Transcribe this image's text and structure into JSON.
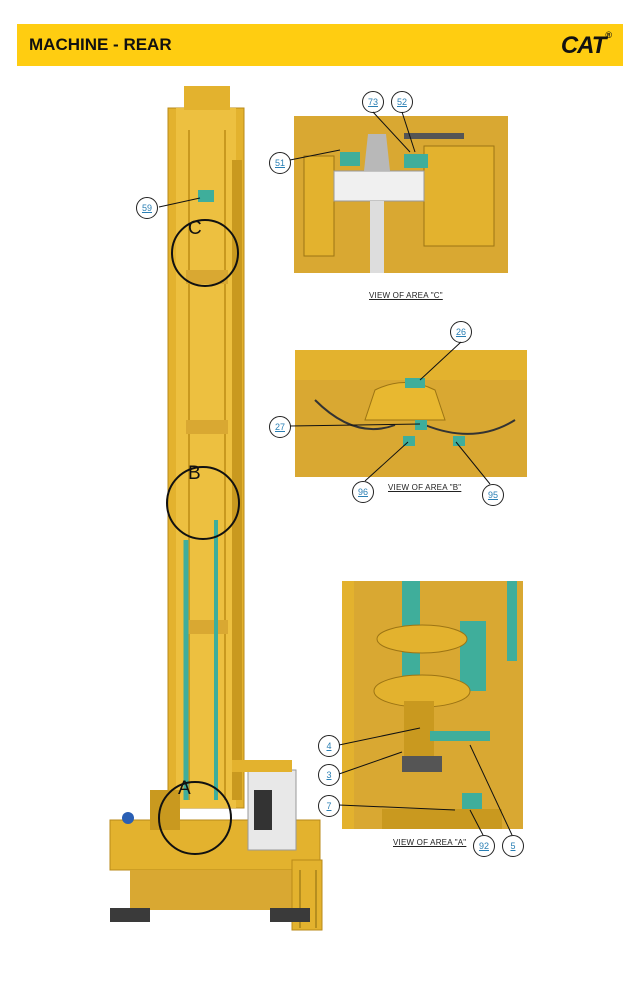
{
  "header": {
    "title": "MACHINE - REAR",
    "logo_text": "CAT",
    "logo_mark": "®"
  },
  "main_view": {
    "area_labels": [
      "C",
      "B",
      "A"
    ],
    "callouts": [
      "59"
    ]
  },
  "area_c": {
    "caption": "VIEW OF AREA \"C\"",
    "callouts": [
      "73",
      "52",
      "51"
    ]
  },
  "area_b": {
    "caption": "VIEW OF AREA \"B\"",
    "callouts": [
      "26",
      "27",
      "96",
      "95"
    ]
  },
  "area_a": {
    "caption": "VIEW OF AREA \"A\"",
    "callouts": [
      "4",
      "3",
      "7",
      "92",
      "5"
    ]
  },
  "colors": {
    "header": "#FFCD11",
    "machine": "#E8B830",
    "hose": "#3FAE9B",
    "callout_text": "#2a7fb4"
  }
}
